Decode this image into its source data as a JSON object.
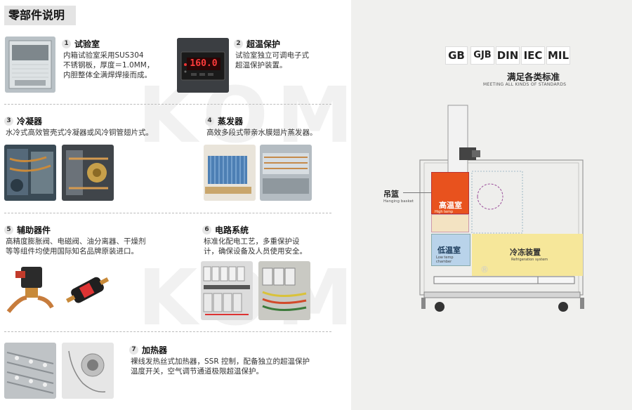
{
  "title": "零部件说明",
  "watermark": "KOMEG",
  "sections": [
    {
      "num": "1",
      "title": "试验室",
      "desc": [
        "内箱试验室采用SUS304",
        "不锈钢板，厚度＝1.0MM，",
        "内胆整体全满焊焊接而成。"
      ]
    },
    {
      "num": "2",
      "title": "超温保护",
      "desc": [
        "试验室独立可调电子式",
        "超温保护装置。"
      ],
      "display_value": "160.0"
    },
    {
      "num": "3",
      "title": "冷凝器",
      "desc": [
        "水冷式高效管壳式冷凝器或风冷铜管翅片式。"
      ]
    },
    {
      "num": "4",
      "title": "蒸发器",
      "desc": [
        "高效多段式带亲水膜翅片蒸发器。"
      ]
    },
    {
      "num": "5",
      "title": "辅助器件",
      "desc": [
        "高精度膨胀阀、电磁阀、油分离器、干燥剂",
        "等等组件均使用国际知名品牌原装进口。"
      ]
    },
    {
      "num": "6",
      "title": "电路系统",
      "desc": [
        "标准化配电工艺，多重保护设",
        "计，确保设备及人员使用安全。"
      ]
    },
    {
      "num": "7",
      "title": "加热器",
      "desc": [
        "裸线发热丝式加热器，SSR 控制，配备独立的超温保护",
        "温度开关，空气调节通道极限超温保护。"
      ]
    }
  ],
  "standards": {
    "badges": [
      "GB",
      "GJB",
      "DIN",
      "IEC",
      "MIL"
    ],
    "title": "满足各类标准",
    "subtitle": "MEETING ALL KINDS OF STANDARDS"
  },
  "diagram": {
    "basket_label": "吊篮",
    "basket_sub": "Hanging basket",
    "high_chamber": "高温室",
    "high_chamber_sub": "High temp chamber",
    "low_chamber": "低温室",
    "low_chamber_sub": "Low temp chamber",
    "refrig": "冷冻装置",
    "refrig_sub": "Refrigeration system",
    "registered": "®"
  },
  "colors": {
    "high": "#e8521e",
    "low": "#b9d3ea",
    "refrig": "#f6e79a"
  }
}
